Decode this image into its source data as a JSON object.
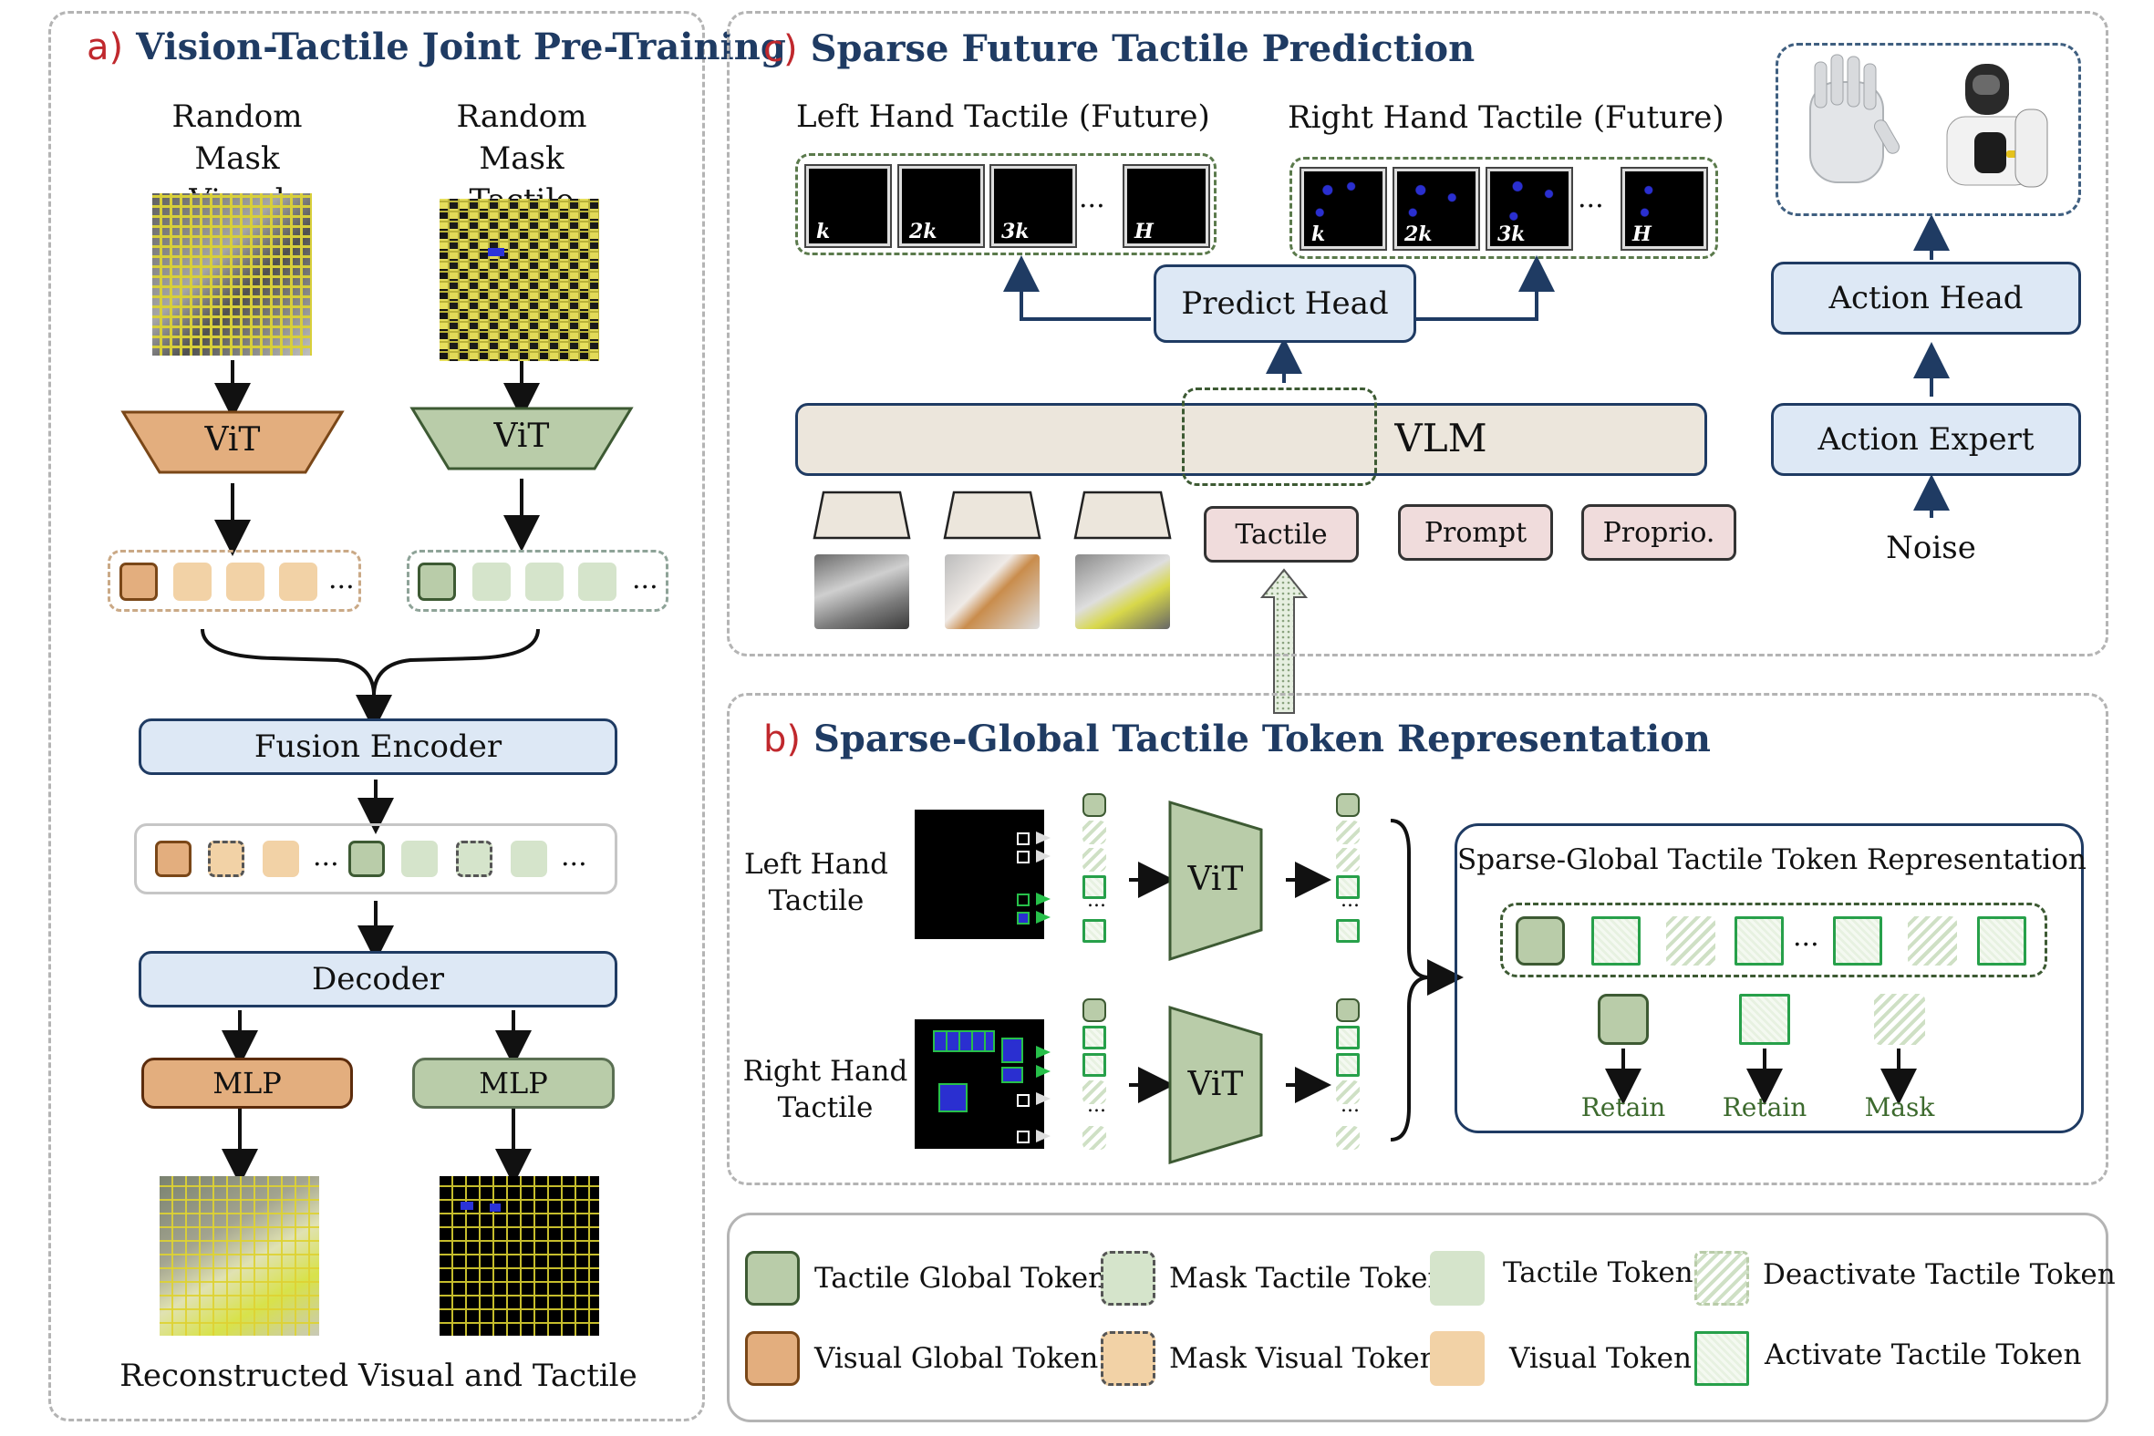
{
  "panel_a": {
    "letter": "a)",
    "title": "Vision-Tactile Joint Pre-Training",
    "mask_visual_label": "Random Mask\nVisual",
    "mask_tactile_label": "Random Mask\nTactile",
    "vit_visual": "ViT",
    "vit_tactile": "ViT",
    "fusion_encoder": "Fusion Encoder",
    "decoder": "Decoder",
    "mlp_visual": "MLP",
    "mlp_tactile": "MLP",
    "ellipsis": "...",
    "reconstructed_label": "Reconstructed Visual and Tactile"
  },
  "panel_c": {
    "letter": "c)",
    "title": "Sparse Future Tactile Prediction",
    "left_future_label": "Left Hand Tactile (Future)",
    "right_future_label": "Right Hand Tactile (Future)",
    "frame_labels": [
      "k",
      "2k",
      "3k",
      "H"
    ],
    "ellipsis": "...",
    "predict_head": "Predict  Head",
    "action_head": "Action  Head",
    "vlm": "VLM",
    "action_expert": "Action Expert",
    "tactile_input": "Tactile",
    "prompt_input": "Prompt",
    "proprio_input": "Proprio.",
    "noise_label": "Noise"
  },
  "panel_b": {
    "letter": "b)",
    "title": "Sparse-Global Tactile Token Representation",
    "left_label": "Left Hand\nTactile",
    "right_label": "Right Hand\nTactile",
    "vit_left": "ViT",
    "vit_right": "ViT",
    "ellipsis": "...",
    "rep_box_title": "Sparse-Global Tactile Token Representation",
    "retain_1": "Retain",
    "retain_2": "Retain",
    "mask": "Mask"
  },
  "legend": {
    "tactile_global": "Tactile Global Token",
    "mask_tactile": "Mask Tactile Token",
    "tactile_token": "Tactile Token",
    "deactivate_tactile": "Deactivate Tactile Token",
    "visual_global": "Visual Global Token",
    "mask_visual": "Mask Visual Token",
    "visual_token": "Visual Token",
    "activate_tactile": "Activate Tactile Token"
  }
}
